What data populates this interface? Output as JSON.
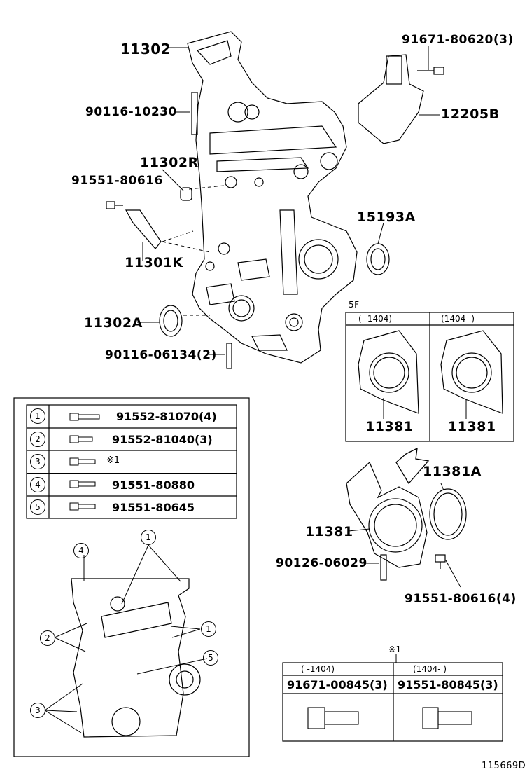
{
  "labels": {
    "p11302": "11302",
    "p91671_80620": "91671-80620(3)",
    "p90116_10230": "90116-10230",
    "p12205B": "12205B",
    "p11302R": "11302R",
    "p91551_80616": "91551-80616",
    "p15193A": "15193A",
    "p11301K": "11301K",
    "p11302A": "11302A",
    "p90116_06134": "90116-06134(2)",
    "p11381_a": "11381",
    "p11381_b": "11381",
    "p11381A": "11381A",
    "p11381_c": "11381",
    "p90126_06029": "90126-06029",
    "p91551_80616_4": "91551-80616(4)",
    "sf": "5F",
    "mark1": "※1",
    "footer_code": "115669D"
  },
  "seal_table": {
    "col1": "(    -1404)",
    "col2": "(1404-      )"
  },
  "legend": {
    "rows": [
      {
        "num": "1",
        "part": "91552-81070(4)"
      },
      {
        "num": "2",
        "part": "91552-81040(3)"
      },
      {
        "num": "3",
        "part": "※1"
      },
      {
        "num": "4",
        "part": "91551-80880"
      },
      {
        "num": "5",
        "part": "91551-80645"
      }
    ]
  },
  "bolt_table": {
    "col1_range": "(    -1404)",
    "col2_range": "(1404-      )",
    "col1_part": "91671-00845(3)",
    "col2_part": "91551-80845(3)"
  },
  "callouts": [
    "1",
    "4",
    "2",
    "1",
    "5",
    "3"
  ]
}
